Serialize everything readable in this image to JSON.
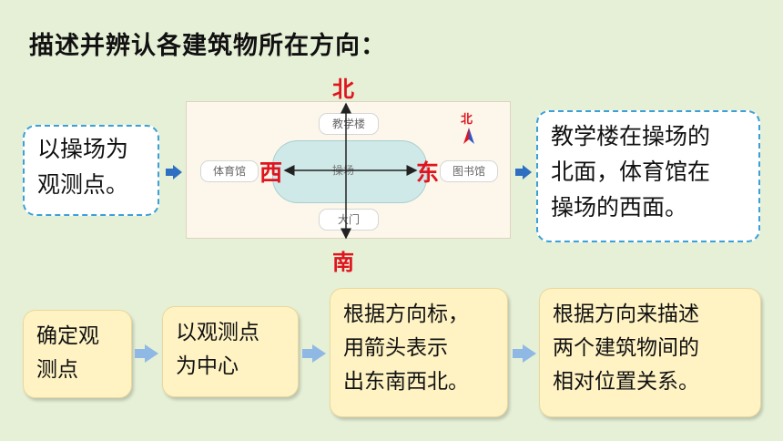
{
  "title": "描述并辨认各建筑物所在方向：",
  "left_box": "以操场为\n观测点。",
  "right_box": "教学楼在操场的\n北面，体育馆在\n操场的西面。",
  "map": {
    "north_outer": "北",
    "south_outer": "南",
    "west_outer": "西",
    "east_outer": "东",
    "compass_label": "北",
    "teaching_building": "教学楼",
    "gym": "体育馆",
    "library": "图书馆",
    "playground": "操场",
    "gate": "大门"
  },
  "steps": [
    "确定观\n测点",
    "以观测点\n为中心",
    "根据方向标，\n用箭头表示\n出东南西北。",
    "根据方向来描述\n两个建筑物间的\n相对位置关系。"
  ],
  "colors": {
    "accent_red": "#e0141e",
    "dashed_border": "#3aa0d8",
    "step_fill": "#fff3c4",
    "background": "#e6f0d6"
  }
}
